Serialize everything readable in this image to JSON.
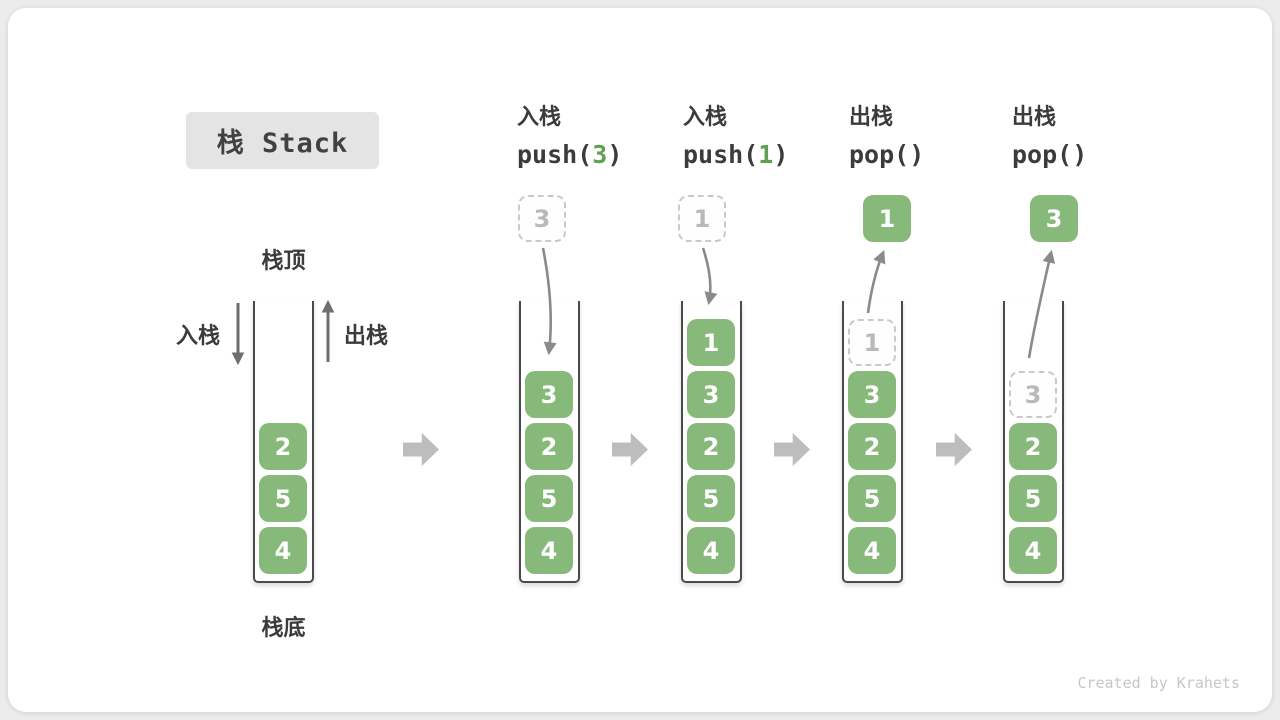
{
  "page": {
    "title": "栈 Stack",
    "watermark": "Created by Krahets"
  },
  "legend": {
    "stack_top": "栈顶",
    "stack_bottom": "栈底",
    "push_label": "入栈",
    "pop_label": "出栈"
  },
  "colors": {
    "element_green": "#87b97a",
    "code_arg_green": "#5fa052",
    "ghost_border_gray": "#c9c9c9",
    "ghost_text_gray": "#b9b9b9",
    "curve_arrow_gray": "#8a8a8a",
    "block_arrow_gray": "#bdbdbd",
    "title_box_bg": "#e4e4e4"
  },
  "columns": [
    {
      "name": "initial-stack",
      "items": [
        {
          "value": "2",
          "ghost": false
        },
        {
          "value": "5",
          "ghost": false
        },
        {
          "value": "4",
          "ghost": false
        }
      ]
    },
    {
      "name": "push-3",
      "header": {
        "op": "入栈",
        "code_pre": "push(",
        "code_arg": "3",
        "code_post": ")"
      },
      "floating": {
        "value": "3",
        "variant": "dashed"
      },
      "items": [
        {
          "value": "3",
          "ghost": false
        },
        {
          "value": "2",
          "ghost": false
        },
        {
          "value": "5",
          "ghost": false
        },
        {
          "value": "4",
          "ghost": false
        }
      ]
    },
    {
      "name": "push-1",
      "header": {
        "op": "入栈",
        "code_pre": "push(",
        "code_arg": "1",
        "code_post": ")"
      },
      "floating": {
        "value": "1",
        "variant": "dashed"
      },
      "items": [
        {
          "value": "1",
          "ghost": false
        },
        {
          "value": "3",
          "ghost": false
        },
        {
          "value": "2",
          "ghost": false
        },
        {
          "value": "5",
          "ghost": false
        },
        {
          "value": "4",
          "ghost": false
        }
      ]
    },
    {
      "name": "pop-1",
      "header": {
        "op": "出栈",
        "code_pre": "pop(",
        "code_arg": "",
        "code_post": ")"
      },
      "floating": {
        "value": "1",
        "variant": "solid"
      },
      "items": [
        {
          "value": "1",
          "ghost": true
        },
        {
          "value": "3",
          "ghost": false
        },
        {
          "value": "2",
          "ghost": false
        },
        {
          "value": "5",
          "ghost": false
        },
        {
          "value": "4",
          "ghost": false
        }
      ]
    },
    {
      "name": "pop-3",
      "header": {
        "op": "出栈",
        "code_pre": "pop(",
        "code_arg": "",
        "code_post": ")"
      },
      "floating": {
        "value": "3",
        "variant": "solid"
      },
      "items": [
        {
          "value": "3",
          "ghost": true
        },
        {
          "value": "2",
          "ghost": false
        },
        {
          "value": "5",
          "ghost": false
        },
        {
          "value": "4",
          "ghost": false
        }
      ]
    }
  ]
}
